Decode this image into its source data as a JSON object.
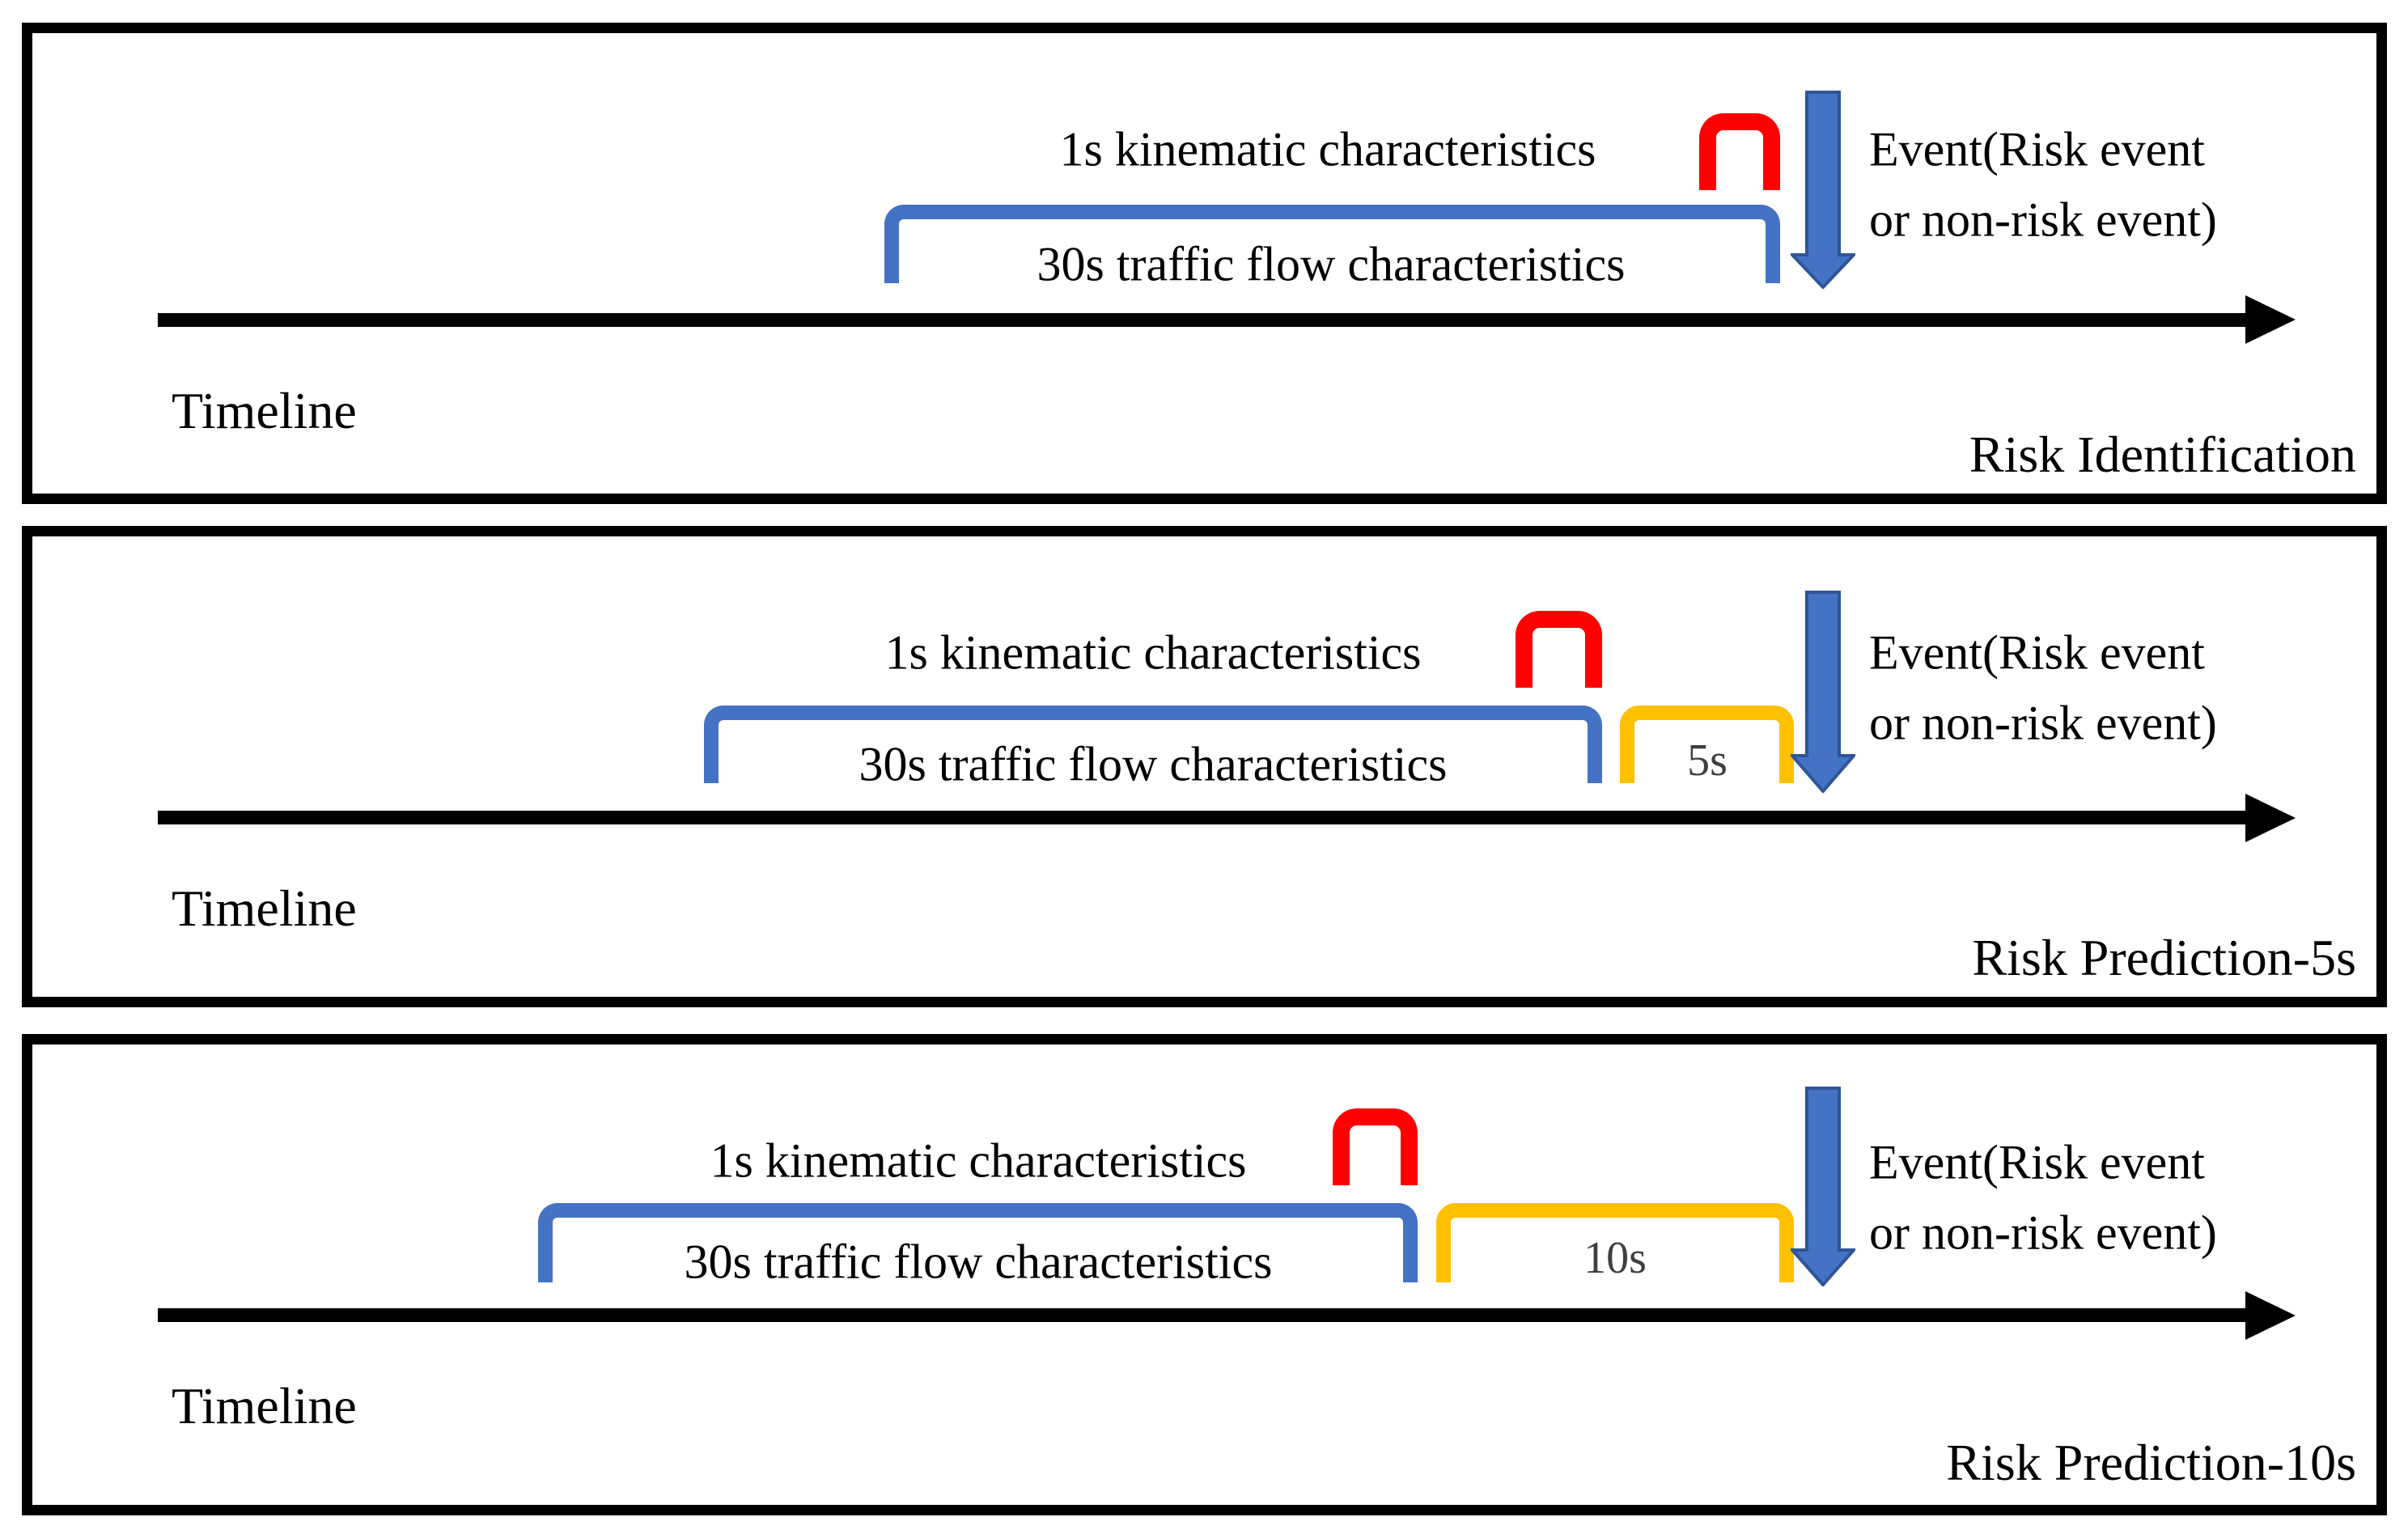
{
  "colors": {
    "bracket_blue": "#4472C4",
    "bracket_red": "#FF0000",
    "bracket_yellow": "#FFC000",
    "event_arrow_fill": "#4472C4",
    "event_arrow_outline": "#2F5597",
    "timeline_black": "#000000",
    "gap_label_gray": "#3F3F3F",
    "text_black": "#000000",
    "background": "#FFFFFF"
  },
  "panels": [
    {
      "kinematic_label": "1s kinematic characteristics",
      "traffic_label": "30s traffic flow characteristics",
      "event_label_line1": "Event(Risk event",
      "event_label_line2": "or non-risk event)",
      "timeline_label": "Timeline",
      "panel_title": "Risk Identification"
    },
    {
      "kinematic_label": "1s kinematic characteristics",
      "traffic_label": "30s traffic flow characteristics",
      "gap_label": "5s",
      "event_label_line1": "Event(Risk event",
      "event_label_line2": "or non-risk event)",
      "timeline_label": "Timeline",
      "panel_title": "Risk Prediction-5s"
    },
    {
      "kinematic_label": "1s kinematic characteristics",
      "traffic_label": "30s traffic flow characteristics",
      "gap_label": "10s",
      "event_label_line1": "Event(Risk event",
      "event_label_line2": "or non-risk event)",
      "timeline_label": "Timeline",
      "panel_title": "Risk Prediction-10s"
    }
  ]
}
